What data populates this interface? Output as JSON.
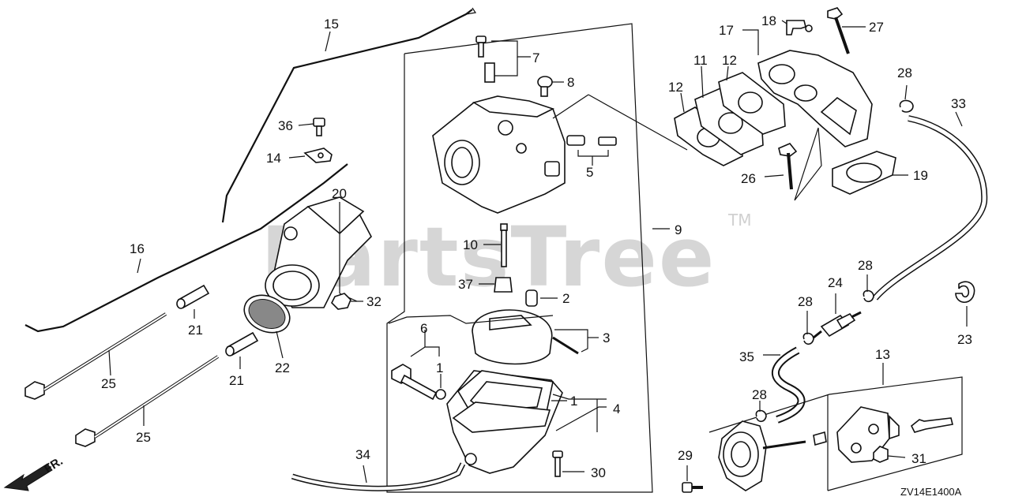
{
  "watermark": {
    "text": "PartsTree",
    "trademark": "TM"
  },
  "diagram_code": "ZV14E1400A",
  "direction_label": "FR.",
  "callouts": {
    "c1a": "1",
    "c1b": "1",
    "c2": "2",
    "c3": "3",
    "c4": "4",
    "c5": "5",
    "c6": "6",
    "c7": "7",
    "c8": "8",
    "c9": "9",
    "c10": "10",
    "c11": "11",
    "c12a": "12",
    "c12b": "12",
    "c13": "13",
    "c14": "14",
    "c15": "15",
    "c16": "16",
    "c17": "17",
    "c18": "18",
    "c19": "19",
    "c20": "20",
    "c21a": "21",
    "c21b": "21",
    "c22": "22",
    "c23": "23",
    "c24": "24",
    "c25a": "25",
    "c25b": "25",
    "c26": "26",
    "c27": "27",
    "c28a": "28",
    "c28b": "28",
    "c28c": "28",
    "c28d": "28",
    "c29": "29",
    "c30": "30",
    "c31": "31",
    "c32": "32",
    "c33": "33",
    "c34": "34",
    "c35": "35",
    "c36": "36",
    "c37": "37"
  }
}
